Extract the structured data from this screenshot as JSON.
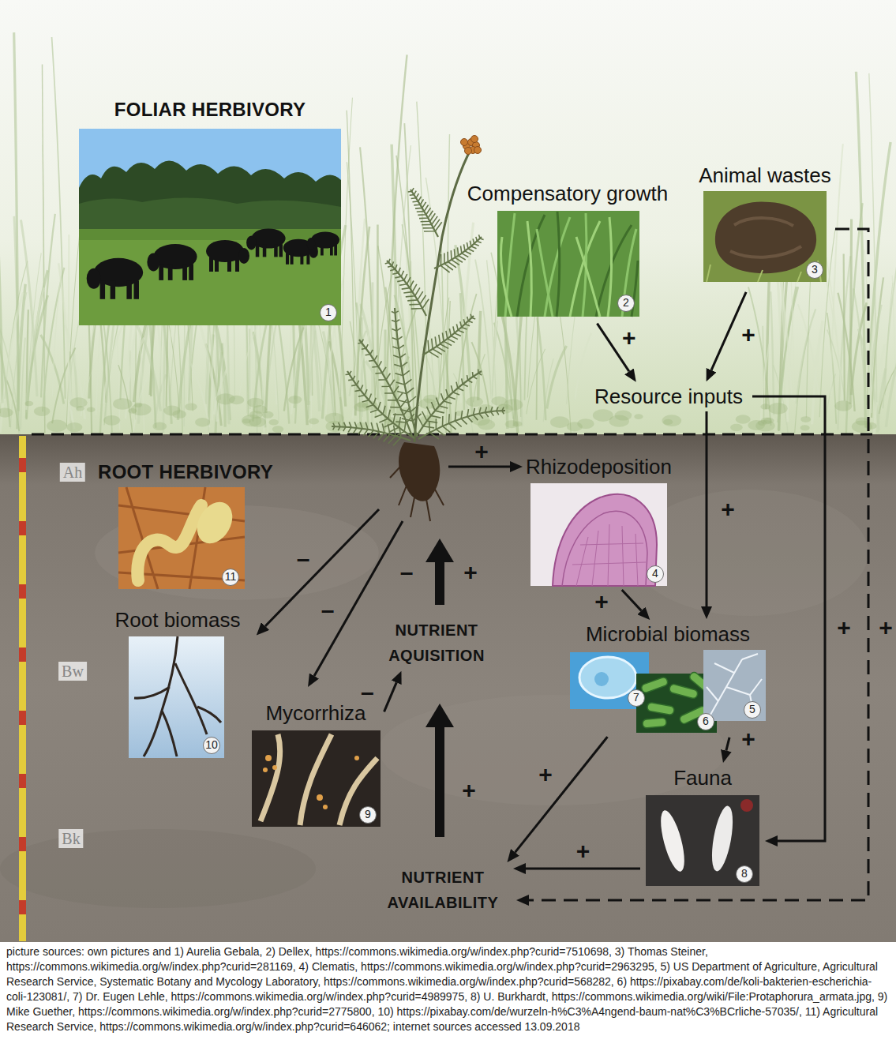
{
  "diagram": {
    "caption": "picture sources: own pictures and 1) Aurelia Gebala, 2) Dellex, https://commons.wikimedia.org/w/index.php?curid=7510698, 3) Thomas Steiner, https://commons.wikimedia.org/w/index.php?curid=281169, 4) Clematis, https://commons.wikimedia.org/w/index.php?curid=2963295, 5) US Department of Agriculture, Agricultural Research Service, Systematic Botany and Mycology Laboratory, https://commons.wikimedia.org/w/index.php?curid=568282, 6) https://pixabay.com/de/koli-bakterien-escherichia-coli-123081/, 7) Dr. Eugen Lehle, https://commons.wikimedia.org/w/index.php?curid=4989975, 8) U. Burkhardt, https://commons.wikimedia.org/wiki/File:Protaphorura_armata.jpg, 9) Mike Guether, https://commons.wikimedia.org/w/index.php?curid=2775800, 10) https://pixabay.com/de/wurzeln-h%C3%A4ngend-baum-nat%C3%BCrliche-57035/, 11) Agricultural Research Service, https://commons.wikimedia.org/w/index.php?curid=646062; internet sources accessed 13.09.2018",
    "nodes": [
      {
        "text": [
          "FOLIAR HERBIVORY"
        ]
      },
      {
        "text": [
          "Compensatory growth"
        ]
      },
      {
        "text": [
          "Animal wastes"
        ]
      },
      {
        "text": [
          "Resource inputs"
        ]
      },
      {
        "text": [
          "ROOT HERBIVORY"
        ]
      },
      {
        "text": [
          "Rhizodeposition"
        ]
      },
      {
        "text": [
          "Root biomass"
        ]
      },
      {
        "text": [
          "NUTRIENT AQUISITION"
        ]
      },
      {
        "text": [
          "Microbial biomass"
        ]
      },
      {
        "text": [
          "Mycorrhiza"
        ]
      },
      {
        "text": [
          "Fauna"
        ]
      },
      {
        "text": [
          "NUTRIENT AVAILABILITY"
        ]
      }
    ],
    "edges": [
      {
        "from": 1,
        "to": 3,
        "arrow": "to",
        "label": "+"
      },
      {
        "from": 2,
        "to": 3,
        "arrow": "to",
        "label": "+"
      },
      {
        "from": 2,
        "to": 11,
        "arrow": "to",
        "label": "+"
      },
      {
        "from": 3,
        "to": 8,
        "arrow": "to",
        "label": "+"
      },
      {
        "from": 3,
        "to": 10,
        "arrow": "to",
        "label": "+"
      },
      {
        "from": 5,
        "to": 8,
        "arrow": "to",
        "label": "+"
      },
      {
        "from": 9,
        "to": 7,
        "arrow": "to",
        "label": "–"
      },
      {
        "from": 8,
        "to": 10,
        "arrow": "to",
        "label": "+"
      },
      {
        "from": 8,
        "to": 11,
        "arrow": "to",
        "label": "+"
      },
      {
        "from": 10,
        "to": 11,
        "arrow": "to",
        "label": "+"
      },
      {
        "from": 11,
        "to": 7,
        "arrow": "to",
        "label": "+"
      }
    ],
    "labels": [
      "1",
      "2",
      "3",
      "Ah",
      "+",
      "11",
      "–",
      "–",
      "–",
      "+",
      "4",
      "Bw",
      "10",
      "7",
      "6",
      "5",
      "9",
      "Bk",
      "8"
    ]
  }
}
